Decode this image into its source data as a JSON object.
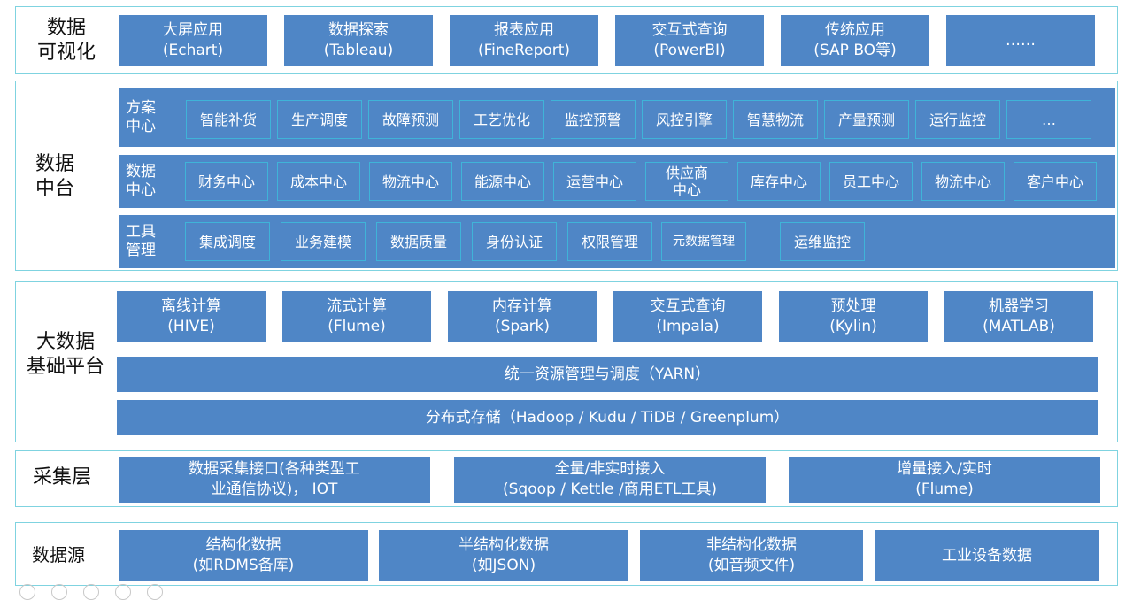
{
  "layers": {
    "visualization": {
      "label": "数据\n可视化",
      "items": [
        "大屏应用\n(Echart)",
        "数据探索\n(Tableau)",
        "报表应用\n(FineReport)",
        "交互式查询\n(PowerBI)",
        "传统应用\n(SAP BO等)",
        "……"
      ]
    },
    "middle": {
      "label": "数据\n中台",
      "rows": [
        {
          "label": "方案\n中心",
          "items": [
            "智能补货",
            "生产调度",
            "故障预测",
            "工艺优化",
            "监控预警",
            "风控引擎",
            "智慧物流",
            "产量预测",
            "运行监控",
            "…"
          ]
        },
        {
          "label": "数据\n中心",
          "items": [
            "财务中心",
            "成本中心",
            "物流中心",
            "能源中心",
            "运营中心",
            "供应商\n中心",
            "库存中心",
            "员工中心",
            "物流中心",
            "客户中心"
          ]
        },
        {
          "label": "工具\n管理",
          "items": [
            "集成调度",
            "业务建模",
            "数据质量",
            "身份认证",
            "权限管理",
            "元数据管理",
            "运维监控"
          ]
        }
      ]
    },
    "bigdata": {
      "label": "大数据\n基础平台",
      "compute": [
        "离线计算\n(HIVE)",
        "流式计算\n(Flume)",
        "内存计算\n(Spark)",
        "交互式查询\n(Impala)",
        "预处理\n(Kylin)",
        "机器学习\n(MATLAB)"
      ],
      "yarn": "统一资源管理与调度（YARN）",
      "storage": "分布式存储（Hadoop / Kudu / TiDB / Greenplum）"
    },
    "collection": {
      "label": "采集层",
      "items": [
        "数据采集接口(各种类型工\n业通信协议)， IOT",
        "全量/非实时接入\n(Sqoop / Kettle /商用ETL工具)",
        "增量接入/实时\n(Flume)"
      ]
    },
    "source": {
      "label": "数据源",
      "items": [
        "结构化数据\n(如RDMS备库)",
        "半结构化数据\n(如JSON)",
        "非结构化数据\n(如音频文件)",
        "工业设备数据"
      ]
    }
  }
}
